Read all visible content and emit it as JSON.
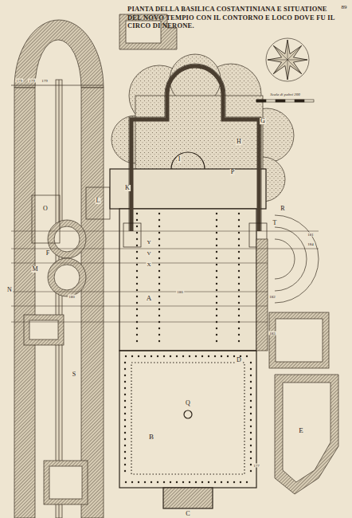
{
  "diagram": {
    "title": "PIANTA DELLA BASILICA COSTANTINIANA E SITUATIONE DEL NOVO TEMPIO CON IL CONTORNO E LOCO DOVE FU IL CIRCO DI NERONE.",
    "labels": [
      "89",
      "Scala di palmi 200",
      "179",
      "179",
      "179",
      "181",
      "184",
      "O",
      "N",
      "M",
      "F",
      "L",
      "K",
      "I",
      "G",
      "H",
      "P",
      "R",
      "T",
      "Q",
      "A",
      "B",
      "C",
      "D",
      "E",
      "S",
      "V",
      "X",
      "Y",
      "180",
      "182",
      "183",
      "177",
      "180"
    ]
  }
}
